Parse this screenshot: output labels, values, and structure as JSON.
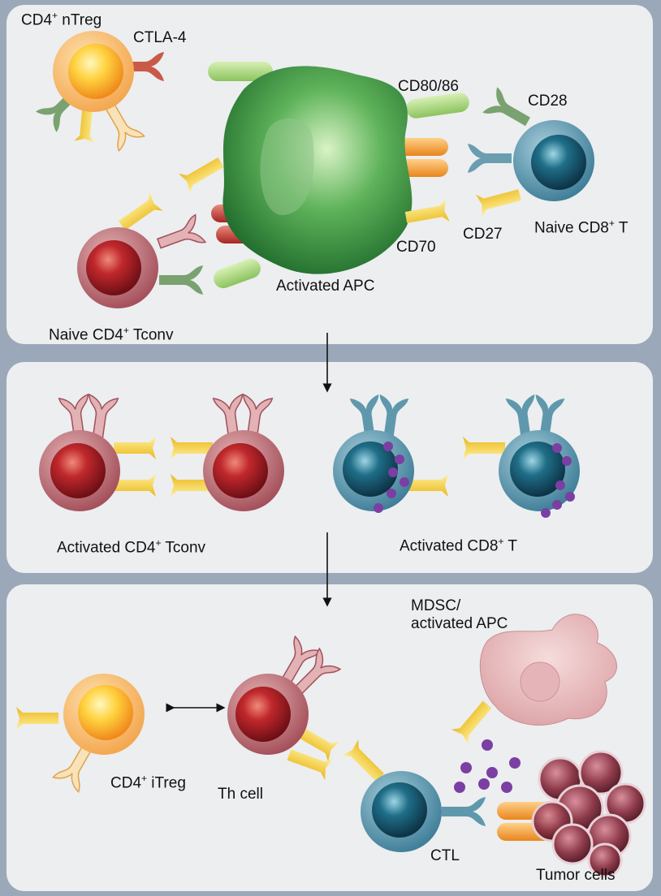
{
  "colors": {
    "background": "#9aa8b9",
    "panel": "#eceef0",
    "treg": "#f6a52c",
    "tconv": "#a8414b",
    "cd8": "#2d6f86",
    "apc": "#3a8f45",
    "mdsc": "#e8b9b9",
    "tumor": "#8a3a46",
    "cytokine": "#7b3fa3",
    "ligand_yellow": "#f5d23a",
    "ligand_green": "#a5d27a",
    "ligand_orange": "#f29a2e",
    "ligand_red": "#c0392b"
  },
  "panel1": {
    "treg_label": {
      "main": "CD4",
      "sup": "+",
      "rest": " nTreg"
    },
    "ctla4_label": "CTLA-4",
    "cd8086_label": "CD80/86",
    "cd28_label": "CD28",
    "cd27_label": "CD27",
    "cd70_label": "CD70",
    "apc_label": "Activated APC",
    "naive_cd8_label": {
      "main": "Naive CD8",
      "sup": "+",
      "rest": " T"
    },
    "naive_cd4_label": {
      "main": "Naive CD4",
      "sup": "+",
      "rest": " Tconv"
    }
  },
  "panel2": {
    "cd4_label": {
      "main": "Activated CD4",
      "sup": "+",
      "rest": " Tconv"
    },
    "cd8_label": {
      "main": "Activated CD8",
      "sup": "+",
      "rest": " T"
    }
  },
  "panel3": {
    "mdsc_label_line1": "MDSC/",
    "mdsc_label_line2": "activated APC",
    "itreg_label": {
      "main": "CD4",
      "sup": "+",
      "rest": " iTreg"
    },
    "th_label": "Th cell",
    "ctl_label": "CTL",
    "tumor_label": "Tumor cells"
  },
  "icons": [
    "flow-arrow-down-icon",
    "double-arrow-icon",
    "receptor-icon",
    "ligand-icon"
  ]
}
